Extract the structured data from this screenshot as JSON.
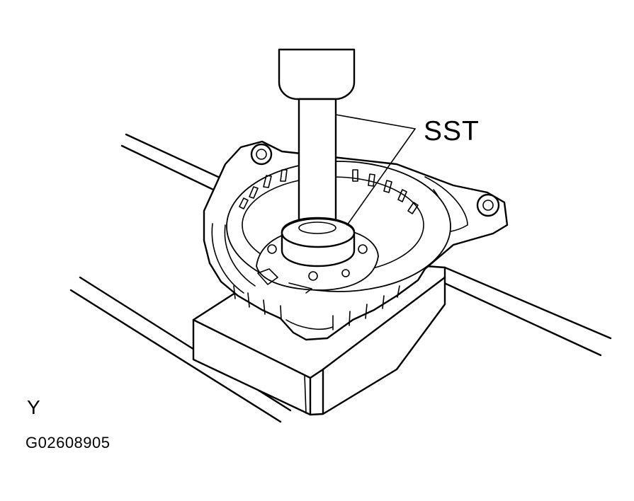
{
  "labels": {
    "tool": "SST",
    "view": "Y",
    "figure_code": "G02608905"
  },
  "colors": {
    "line": "#000000",
    "background": "#ffffff"
  }
}
